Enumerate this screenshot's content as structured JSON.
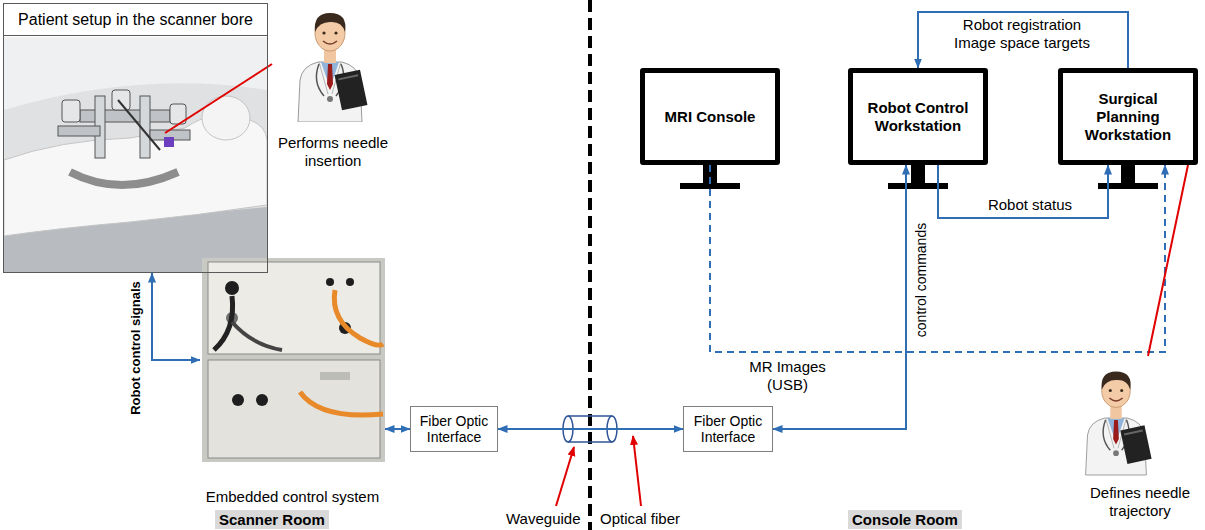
{
  "diagram": {
    "nodes": [
      {
        "text": [
          "Patient setup in the scanner bore"
        ]
      },
      {
        "text": [
          "Performs needle insertion"
        ]
      },
      {
        "text": [
          "Embedded control system"
        ]
      },
      {
        "text": [
          "Fiber Optic Interface"
        ]
      },
      {
        "text": [
          "MRI Console"
        ]
      },
      {
        "text": [
          "Robot Control Workstation"
        ]
      },
      {
        "text": [
          "Surgical Planning Workstation"
        ]
      },
      {
        "text": [
          "Fiber Optic Interface"
        ]
      },
      {
        "text": [
          "Defines needle trajectory"
        ]
      }
    ],
    "edges": [
      {
        "from": 1,
        "to": 0,
        "arrow": "none"
      },
      {
        "from": 0,
        "to": 2,
        "label": "Robot control signals",
        "arrow": "both"
      },
      {
        "from": 2,
        "to": 3,
        "arrow": "both"
      },
      {
        "from": 3,
        "to": 7,
        "arrow": "both"
      },
      {
        "from": 7,
        "to": 5,
        "label": "control commands",
        "arrow": "both"
      },
      {
        "from": 6,
        "to": 5,
        "label": "Robot registration Image space targets",
        "arrow": "to"
      },
      {
        "from": 5,
        "to": 6,
        "label": "Robot status",
        "arrow": "to"
      },
      {
        "from": 4,
        "to": 6,
        "label": "MR Images (USB)",
        "arrow": "to"
      },
      {
        "from": 8,
        "to": 6,
        "arrow": "none"
      }
    ],
    "labels": [
      "Waveguide",
      "Optical fiber",
      "Scanner Room",
      "Console Room"
    ]
  }
}
